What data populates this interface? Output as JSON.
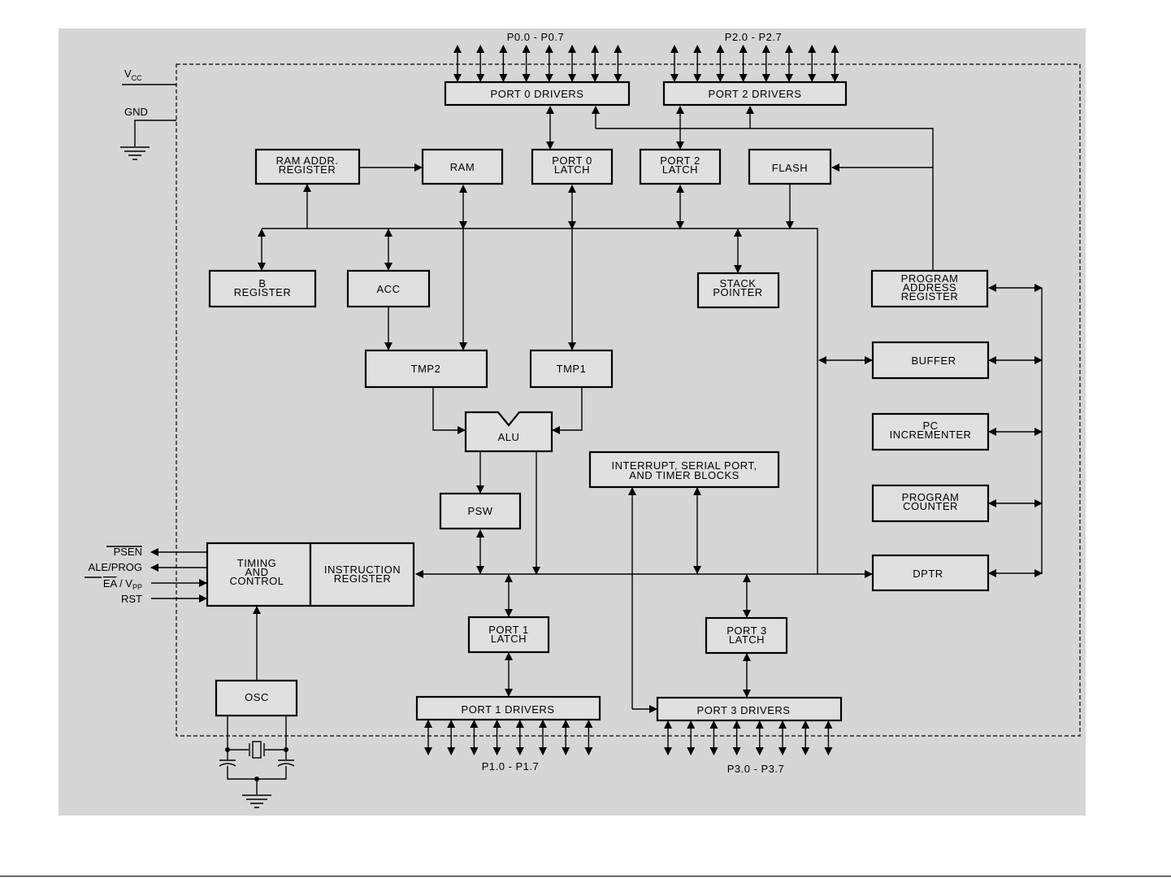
{
  "colors": {
    "panel": "#d6d6d6",
    "box_fill": "#e0e0e0",
    "line": "#000000"
  },
  "supply": {
    "vcc": "V",
    "vcc_sub": "CC",
    "gnd": "GND"
  },
  "ports": {
    "p0_range": "P0.0 - P0.7",
    "p2_range": "P2.0 - P2.7",
    "p1_range": "P1.0 - P1.7",
    "p3_range": "P3.0 - P3.7"
  },
  "blocks": {
    "port0_drivers": "PORT 0 DRIVERS",
    "port2_drivers": "PORT 2 DRIVERS",
    "ram_addr_register": [
      "RAM ADDR.",
      "REGISTER"
    ],
    "ram": "RAM",
    "port0_latch": [
      "PORT 0",
      "LATCH"
    ],
    "port2_latch": [
      "PORT 2",
      "LATCH"
    ],
    "flash": "FLASH",
    "b_register": [
      "B",
      "REGISTER"
    ],
    "acc": "ACC",
    "stack_pointer": [
      "STACK",
      "POINTER"
    ],
    "program_address_register": [
      "PROGRAM",
      "ADDRESS",
      "REGISTER"
    ],
    "buffer": "BUFFER",
    "tmp2": "TMP2",
    "tmp1": "TMP1",
    "alu": "ALU",
    "interrupt_blocks": [
      "INTERRUPT, SERIAL PORT,",
      "AND TIMER BLOCKS"
    ],
    "pc_incrementer": [
      "PC",
      "INCREMENTER"
    ],
    "psw": "PSW",
    "program_counter": [
      "PROGRAM",
      "COUNTER"
    ],
    "timing_control": [
      "TIMING",
      "AND",
      "CONTROL"
    ],
    "instruction_register": [
      "INSTRUCTION",
      "REGISTER"
    ],
    "dptr": "DPTR",
    "port1_latch": [
      "PORT 1",
      "LATCH"
    ],
    "port3_latch": [
      "PORT 3",
      "LATCH"
    ],
    "osc": "OSC",
    "port1_drivers": "PORT 1 DRIVERS",
    "port3_drivers": "PORT 3 DRIVERS"
  },
  "pins": {
    "psen": "PSEN",
    "ale_prog": "ALE/PROG",
    "ea_vpp": "EA",
    "ea_vpp_slash": "/ V",
    "ea_vpp_sub": "PP",
    "rst": "RST"
  }
}
